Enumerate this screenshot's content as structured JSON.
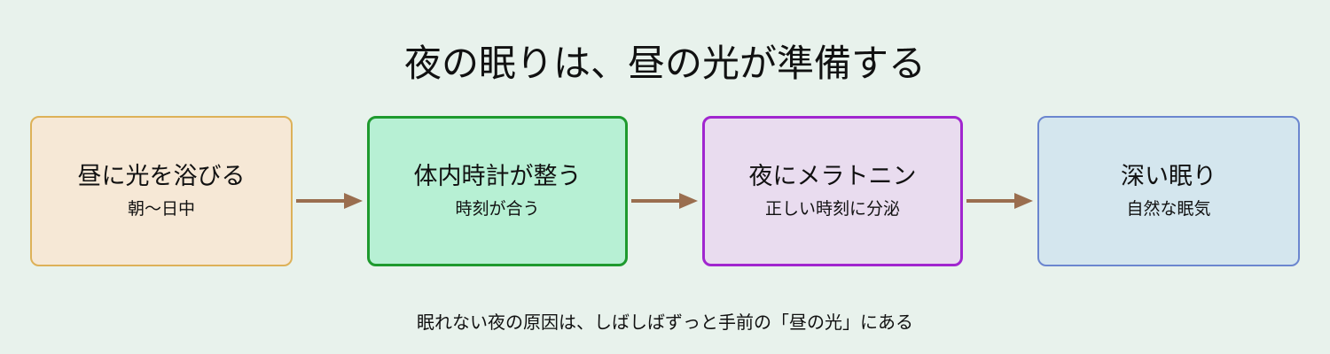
{
  "title": "夜の眠りは、昼の光が準備する",
  "steps": [
    {
      "main": "昼に光を浴びる",
      "sub": "朝〜日中"
    },
    {
      "main": "体内時計が整う",
      "sub": "時刻が合う"
    },
    {
      "main": "夜にメラトニン",
      "sub": "正しい時刻に分泌"
    },
    {
      "main": "深い眠り",
      "sub": "自然な眠気"
    }
  ],
  "footer": "眠れない夜の原因は、しばしばずっと手前の「昼の光」にある",
  "colors": {
    "background": "#e8f2ec",
    "arrow": "#9a6e4f",
    "step_fills": [
      "#f6e8d6",
      "#b7f0d4",
      "#e9dcef",
      "#d4e6ee"
    ],
    "step_borders": [
      "#ddb158",
      "#1e9a2e",
      "#a126cf",
      "#6b86cf"
    ]
  }
}
